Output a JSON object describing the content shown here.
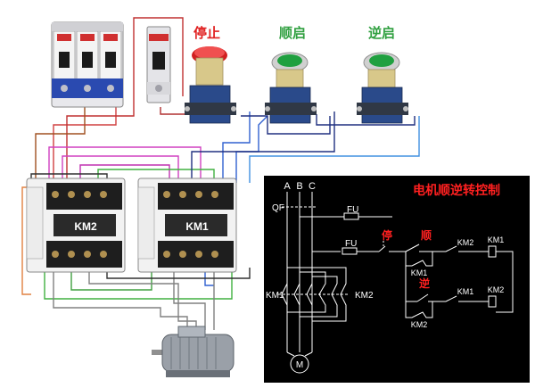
{
  "buttons": {
    "stop": "停止",
    "forward": "顺启",
    "reverse": "逆启"
  },
  "contactors": {
    "left": "KM2",
    "right": "KM1"
  },
  "schematic": {
    "title": "电机顺逆转控制",
    "phase_a": "A",
    "phase_b": "B",
    "phase_c": "C",
    "qf": "QF",
    "fu_main": "FU",
    "fu_ctrl": "FU",
    "stop": "停",
    "forward": "顺",
    "reverse": "逆",
    "km1_hold": "KM1",
    "km2_hold": "KM2",
    "interlock_top": "KM2",
    "coil_top": "KM1",
    "interlock_bot": "KM1",
    "coil_bot": "KM2",
    "main_km1": "KM1",
    "main_km2": "KM2",
    "motor": "M"
  },
  "colors": {
    "stop_red": "#e02020",
    "start_green": "#30a040",
    "schematic_bg": "#000000",
    "schematic_wire": "#ffffff",
    "schematic_title": "#ff2020",
    "schematic_text": "#ffffff"
  }
}
